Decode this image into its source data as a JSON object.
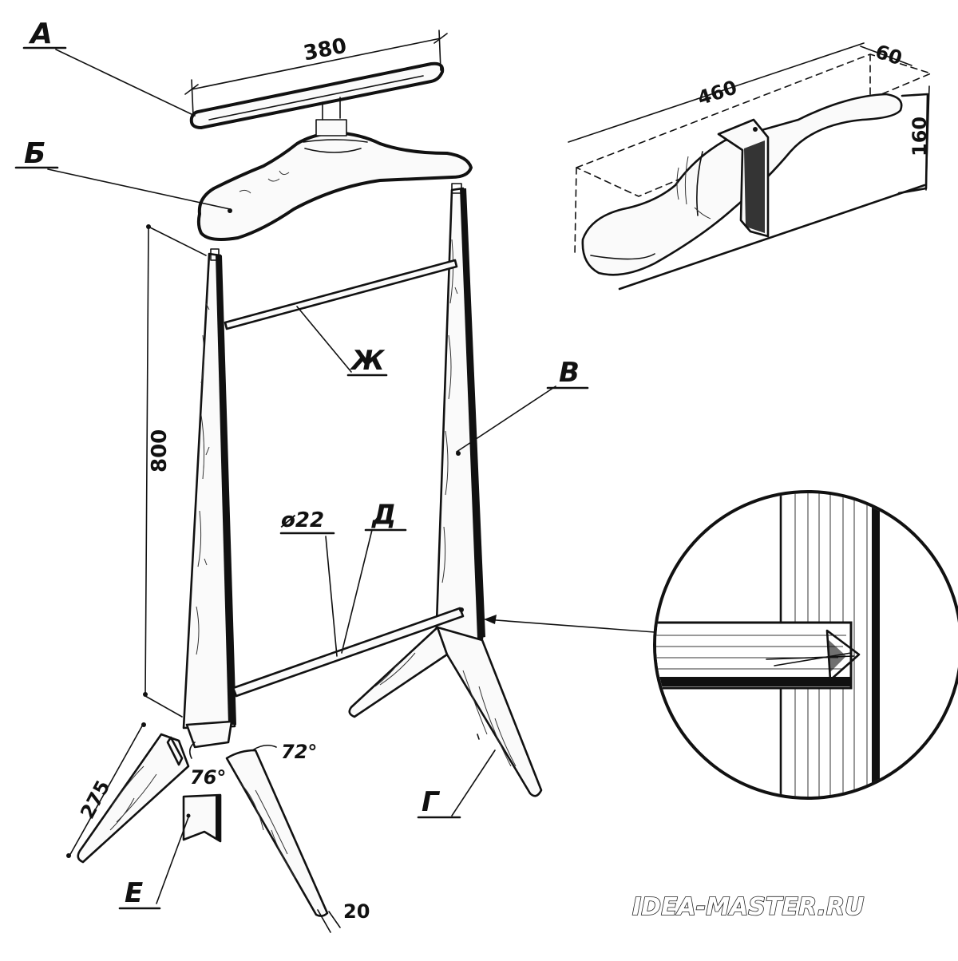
{
  "parts": {
    "a": "А",
    "b": "Б",
    "v": "В",
    "g": "Г",
    "d": "Д",
    "e": "Е",
    "zh": "Ж"
  },
  "dimensions": {
    "hanger_bar_length": "380",
    "blank_length": "460",
    "blank_width": "60",
    "blank_height": "160",
    "frame_height": "800",
    "rod_diameter": "ø22",
    "leg_length": "275",
    "leg_tip": "20",
    "angle_inner": "76°",
    "angle_outer": "72°"
  },
  "watermark": "IDEA-MASTER.RU"
}
